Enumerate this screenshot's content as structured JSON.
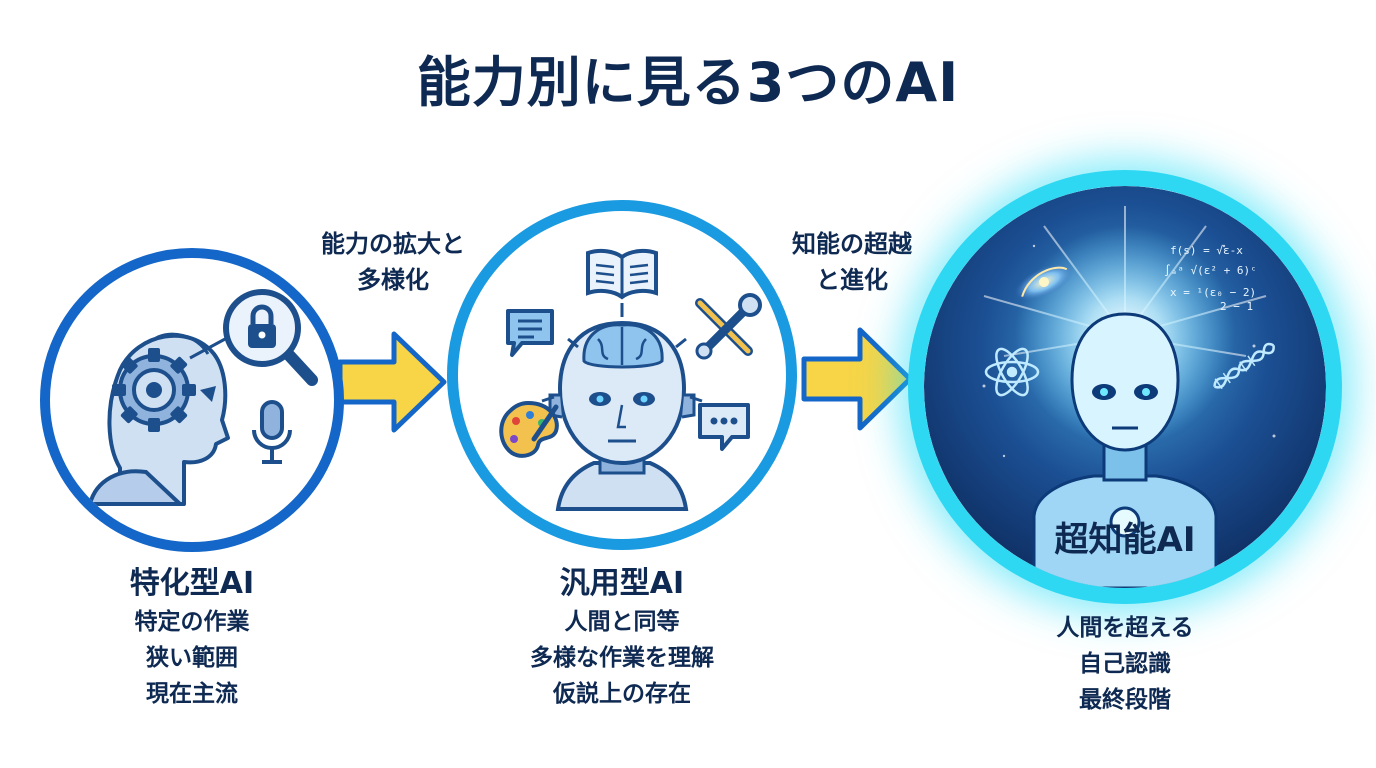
{
  "title": "能力別に見る3つのAI",
  "arrows": [
    {
      "lines": [
        "能力の拡大と",
        "多様化"
      ]
    },
    {
      "lines": [
        "知能の超越",
        "と進化"
      ]
    }
  ],
  "stages": [
    {
      "name": "特化型AI",
      "lines": [
        "特定の作業",
        "狭い範囲",
        "現在主流"
      ]
    },
    {
      "name": "汎用型AI",
      "lines": [
        "人間と同等",
        "多様な作業を理解",
        "仮説上の存在"
      ]
    },
    {
      "name": "超知能AI",
      "lines": [
        "人間を超える",
        "自己認識",
        "最終段階"
      ]
    }
  ],
  "formulas": [
    "f(s) = √ε-x",
    "∫ₐᵃ √(ε² + 6)ᶜ",
    "x = ¹(ε₀ − 2)",
    "2 − 1"
  ],
  "icons": {
    "stage1": [
      "robot-head-icon",
      "gear-icon",
      "lock-magnifier-icon",
      "microphone-icon"
    ],
    "stage2": [
      "humanoid-brain-icon",
      "book-icon",
      "chat-bubble-icon",
      "tools-icon",
      "palette-icon",
      "message-dots-icon"
    ],
    "stage3": [
      "glowing-ai-icon",
      "galaxy-icon",
      "atom-icon",
      "dna-icon"
    ]
  },
  "colors": {
    "text": "#0f2a52",
    "stage1_ring": "#1466c8",
    "stage2_ring": "#1a9ae0",
    "stage3_ring": "#2fd8f2",
    "arrow_fill": "#f7d547",
    "arrow_stroke": "#1466c8"
  }
}
